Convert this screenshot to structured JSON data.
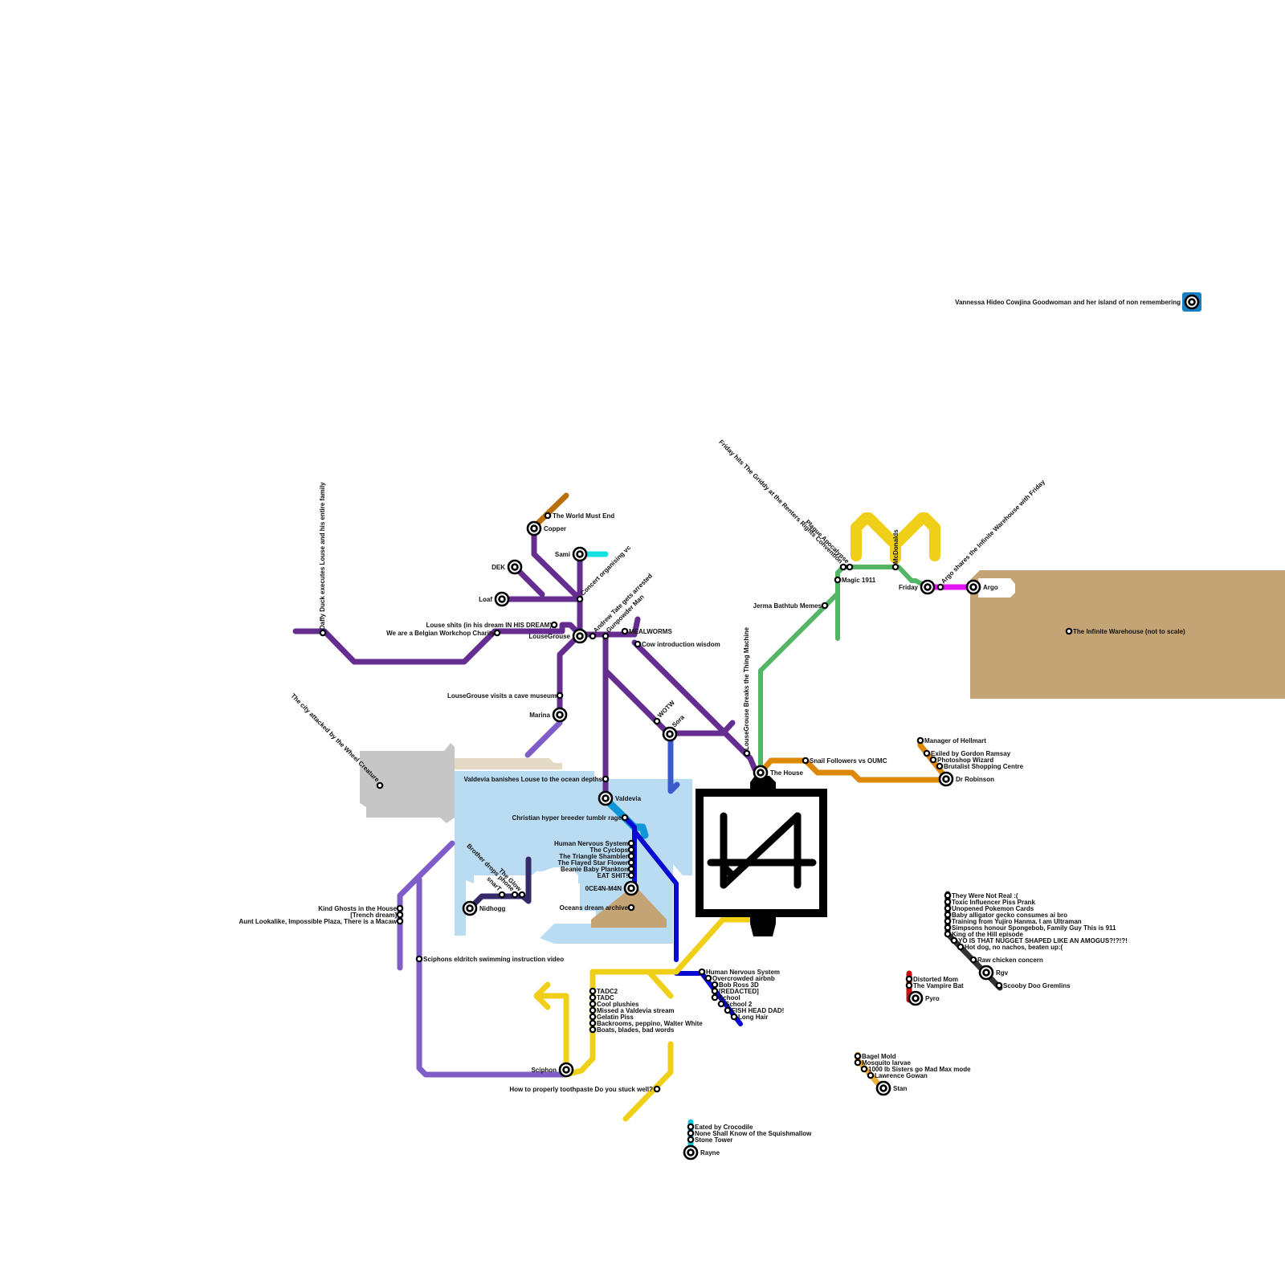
{
  "map": {
    "colors": {
      "purple": "#662d91",
      "lavender": "#7f5ec7",
      "indigo": "#372a6a",
      "blue": "#0a0ad2",
      "lightblue": "#1196d6",
      "steelblue": "#3b5bcc",
      "cyan": "#14e0e0",
      "copper": "#b9700b",
      "green": "#55b567",
      "yellow": "#f0cf18",
      "orange": "#de8807",
      "magenta": "#e314f5",
      "charcoal": "#333333",
      "red": "#cc1111",
      "tan": "#c4a374",
      "amber": "#efb03a",
      "water": "#b9dcf3",
      "grey": "#c6c6c6",
      "sand": "#e4d9c4",
      "black": "#000000"
    },
    "central_logo": {
      "icon": "interchange-logo-icon",
      "label": "The House"
    },
    "isolated_station": {
      "label": "Vannessa Hideo Cowjina Goodwoman and her island of non remembering"
    },
    "stations": {
      "daffy": "Daffy Duck executes Louse and his entire family",
      "belgian": "We are a Belgian Workchop Charity",
      "louse_shits": "Louse shits (in his dream IN HIS DREAM)",
      "world_must_end": "The World Must End",
      "copper": "Copper",
      "sami": "Sami",
      "dek": "DEK",
      "loaf": "Loaf",
      "concert": "Concert organising vc",
      "lousegrouse": "LouseGrouse",
      "andrew_tate": "Andrew Tate gets arrested",
      "gunpowder": "Gunpowder Man",
      "mealworms": "MEALWORMS",
      "cow": "Cow introduction wisdom",
      "cave_museum": "LouseGrouse visits a cave museum",
      "marina": "Marina",
      "wotw": "WOTW",
      "sora": "Sora",
      "thing_machine": "LouseGrouse Breaks the Thing Machine",
      "wheel_creature": "The city attacked by the Wheel Creature",
      "ocean_depths": "Valdevia banishes Louse to the ocean depths",
      "valdevia": "Valdevia",
      "tumblr": "Christian hyper breeder tumblr rage",
      "hns1": "Human Nervous System",
      "cyclops": "The Cyclops",
      "triangle": "The Triangle Shambler",
      "flayed": "The Flayed Star Flower",
      "beanie": "Beanie Baby Plankton",
      "eat_shit": "EAT SHIT!",
      "ocean_man": "0CE4N-M4N",
      "oceans_archive": "Oceans dream archive",
      "brother_drops": "Brother drops phone",
      "the_glow": "The Glow",
      "snart": "snarT",
      "nidhogg": "Nidhogg",
      "kind_ghosts": "Kind Ghosts in the House",
      "trench": "[Trench dream]",
      "aunt": "Aunt Lookalike, Impossible Plaza, There is a Macaw",
      "sciphons_video": "Sciphons eldritch swimming instruction video",
      "sciphon": "Sciphon",
      "toothpaste": "How to properly toothpaste Do you stuck well?",
      "tadc2": "TADC2",
      "tadc": "TADC",
      "plushies": "Cool plushies",
      "missed": "Missed a Valdevia stream",
      "gelatin": "Gelatin Piss",
      "backrooms": "Backrooms, peppino, Walter White",
      "boats": "Boats, blades, bad words",
      "hns2": "Human Nervous System",
      "airbnb": "Overcrowded airbnb",
      "bobross": "Bob Ross 3D",
      "redacted": "[REDACTED]",
      "school": "School",
      "school2": "School 2",
      "fishhead": "FISH HEAD DAD!",
      "longhair": "Long Hair",
      "the_house": "The House",
      "snail": "Snail Followers vs OUMC",
      "hellmart": "Manager of Hellmart",
      "ramsay": "Exiled by Gordon Ramsay",
      "photoshop": "Photoshop Wizard",
      "brutalist": "Brutalist Shopping Centre",
      "robinson": "Dr Robinson",
      "friday_griddy": "Friday hits The Griddy at the Renters Rights Convention",
      "plague": "Plague Apocalypse",
      "magic": "Magic 1911",
      "jerma": "Jerma Bathtub Memes",
      "mcdonalds": "McDonalds",
      "friday": "Friday",
      "argo_shares": "Argo shares the Infinite Warehouse with Friday",
      "argo": "Argo",
      "warehouse": "The Infinite Warehouse (not to scale)",
      "not_real": "They Were Not Real :(",
      "toxic": "Toxic Influencer Piss Prank",
      "pokemon": "Unopened Pokemon Cards",
      "gecko": "Baby alligator gecko consumes ai bro",
      "yujiro": "Training from Yujiro Hanma. I am Ultraman",
      "simpsons": "Simpsons honour Spongebob, Family Guy This is 911",
      "koth": "King of the Hill episode",
      "nugget": "YO IS THAT NUGGET SHAPED LIKE AN AMOGUS?!?!?!",
      "hotdog": "Hot dog, no nachos, beaten up:(",
      "chicken": "Raw chicken concern",
      "rgv": "Rgv",
      "scooby": "Scooby Doo Gremlins",
      "distorted": "Distorted Mom",
      "vampire": "The Vampire Bat",
      "pyro": "Pyro",
      "bagel": "Bagel Mold",
      "mosquito": "Mosquito larvae",
      "sisters": "1000 lb Sisters go Mad Max mode",
      "gowan": "Lawrence Gowan",
      "stan": "Stan",
      "crocodile": "Eated by Crocodile",
      "squishmallow": "None Shall Know of the Squishmallow",
      "stone_tower": "Stone Tower",
      "rayne": "Rayne"
    }
  }
}
